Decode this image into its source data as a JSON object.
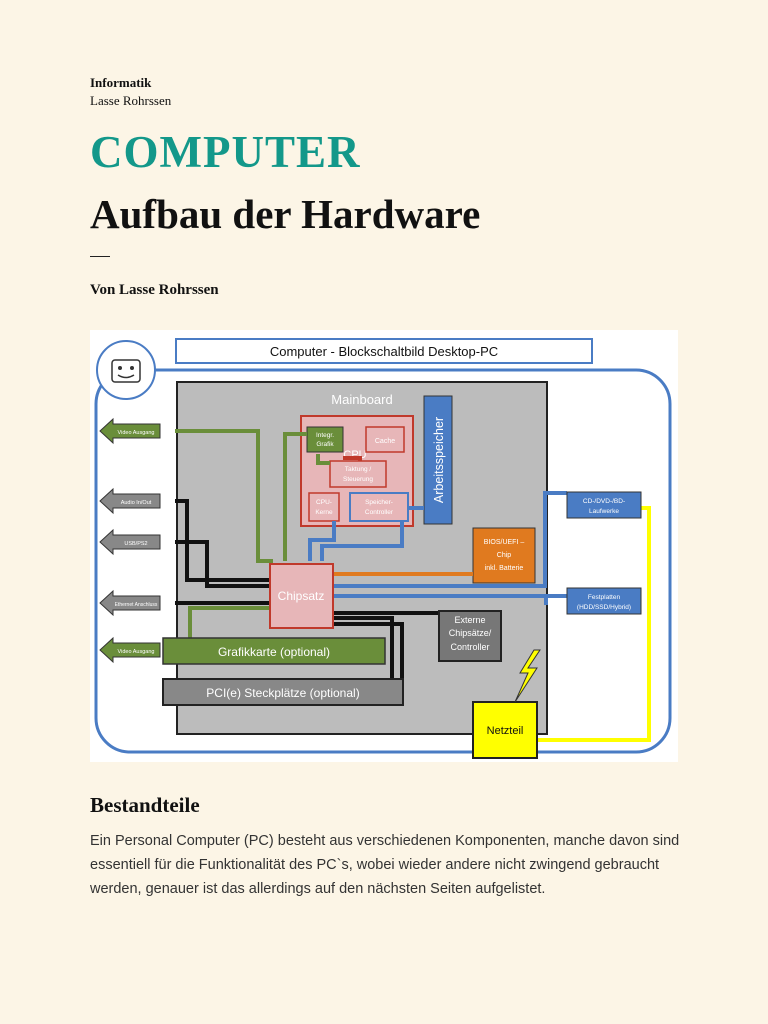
{
  "header": {
    "subject": "Informatik",
    "author": "Lasse Rohrssen",
    "title_line1": "COMPUTER",
    "title_line2": "Aufbau der Hardware",
    "byline": "Von Lasse Rohrssen"
  },
  "diagram": {
    "title": "Computer - Blockschaltbild Desktop-PC",
    "mainboard": "Mainboard",
    "cpu": "CPU",
    "integ_grafik": [
      "Integr.",
      "Grafik"
    ],
    "cache": "Cache",
    "taktung": [
      "Taktung /",
      "Steuerung"
    ],
    "cpu_kerne": [
      "CPU-",
      "Kerne"
    ],
    "speicher_controller": [
      "Speicher-",
      "Controller"
    ],
    "arbeitsspeicher": "Arbeitsspeicher",
    "bios": [
      "BIOS/UEFI –",
      "Chip",
      "inkl. Batterie"
    ],
    "chipsatz": "Chipsatz",
    "externe": [
      "Externe",
      "Chipsätze/",
      "Controller"
    ],
    "grafikkarte": "Grafikkarte (optional)",
    "pci": "PCI(e) Steckplätze (optional)",
    "netzteil": "Netzteil",
    "laufwerke": [
      "CD-/DVD-/BD-",
      "Laufwerke"
    ],
    "festplatten": [
      "Festplatten",
      "(HDD/SSD/Hybrid)"
    ],
    "ports": [
      "Video Ausgang",
      "Audio In/Out",
      "USB/PS2",
      "Ethernet Anschluss",
      "Video Ausgang"
    ],
    "colors": {
      "green": "#6a8e3a",
      "pink": "#e7b6b8",
      "red": "#c0392b",
      "blue": "#4a7cc4",
      "orange": "#e07a1f",
      "gray": "#bcbcbc",
      "yellow": "#ffff00"
    }
  },
  "section": {
    "heading": "Bestandteile",
    "paragraph": "Ein Personal Computer (PC) besteht aus verschiedenen Komponenten, manche davon sind essentiell für die Funktionalität des PC`s, wobei wieder andere nicht zwingend gebraucht werden, genauer ist das allerdings auf den nächsten Seiten aufgelistet."
  }
}
